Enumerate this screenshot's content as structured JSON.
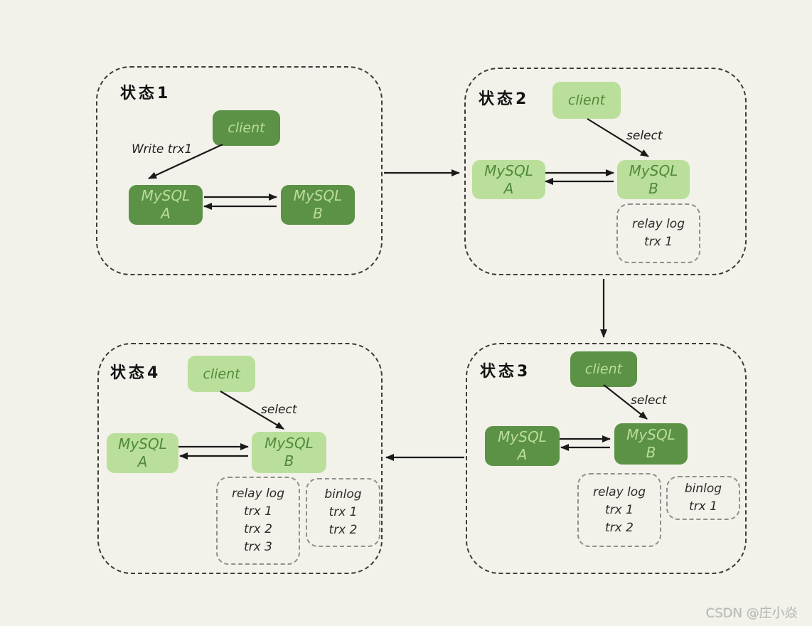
{
  "watermark": "CSDN @庄小焱",
  "colors": {
    "background": "#f2f1ea",
    "dark_green_box": "#5b9246",
    "dark_green_box_text": "#bcdc9c",
    "light_green_box": "#badf9a",
    "light_green_box_text": "#4f8a3d",
    "panel_border": "#3c3c3c",
    "log_box_border": "#8f8f8f",
    "arrow": "#1a1a1a"
  },
  "states": [
    {
      "label": "状态1",
      "client": "client",
      "client_arrow_label": "Write trx1",
      "mysql_a": {
        "name": "MySQL",
        "suffix": "A"
      },
      "mysql_b": {
        "name": "MySQL",
        "suffix": "B"
      },
      "logs": []
    },
    {
      "label": "状态2",
      "client": "client",
      "client_arrow_label": "select",
      "mysql_a": {
        "name": "MySQL",
        "suffix": "A"
      },
      "mysql_b": {
        "name": "MySQL",
        "suffix": "B"
      },
      "logs": [
        {
          "title": "relay log",
          "entries": [
            "trx 1"
          ]
        }
      ]
    },
    {
      "label": "状态3",
      "client": "client",
      "client_arrow_label": "select",
      "mysql_a": {
        "name": "MySQL",
        "suffix": "A"
      },
      "mysql_b": {
        "name": "MySQL",
        "suffix": "B"
      },
      "logs": [
        {
          "title": "relay log",
          "entries": [
            "trx 1",
            "trx 2"
          ]
        },
        {
          "title": "binlog",
          "entries": [
            "trx 1"
          ]
        }
      ]
    },
    {
      "label": "状态4",
      "client": "client",
      "client_arrow_label": "select",
      "mysql_a": {
        "name": "MySQL",
        "suffix": "A"
      },
      "mysql_b": {
        "name": "MySQL",
        "suffix": "B"
      },
      "logs": [
        {
          "title": "relay log",
          "entries": [
            "trx 1",
            "trx 2",
            "trx 3"
          ]
        },
        {
          "title": "binlog",
          "entries": [
            "trx 1",
            "trx 2"
          ]
        }
      ]
    }
  ]
}
